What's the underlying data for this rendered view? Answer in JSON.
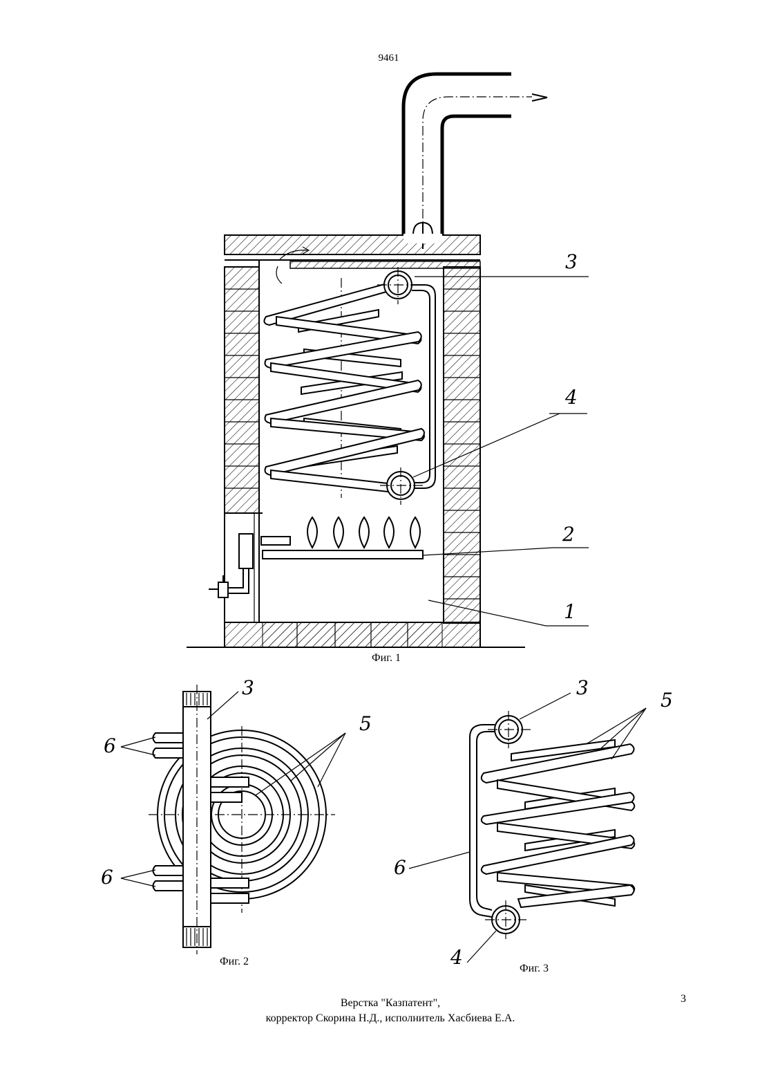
{
  "header": {
    "patent_number": "9461"
  },
  "figures": {
    "fig1": {
      "caption": "Фиг. 1",
      "callouts": {
        "label_3": "3",
        "label_4": "4",
        "label_2": "2",
        "label_1": "1"
      }
    },
    "fig2": {
      "caption": "Фиг. 2",
      "callouts": {
        "label_3": "3",
        "label_5": "5",
        "label_6_top": "6",
        "label_6_bottom": "6"
      }
    },
    "fig3": {
      "caption": "Фиг. 3",
      "callouts": {
        "label_3": "3",
        "label_5": "5",
        "label_6": "6",
        "label_4": "4"
      }
    }
  },
  "footer": {
    "line1": "Верстка \"Казпатент\",",
    "line2": "корректор Скорина Н.Д., исполнитель Хасбиева Е.А.",
    "page_number": "3"
  }
}
